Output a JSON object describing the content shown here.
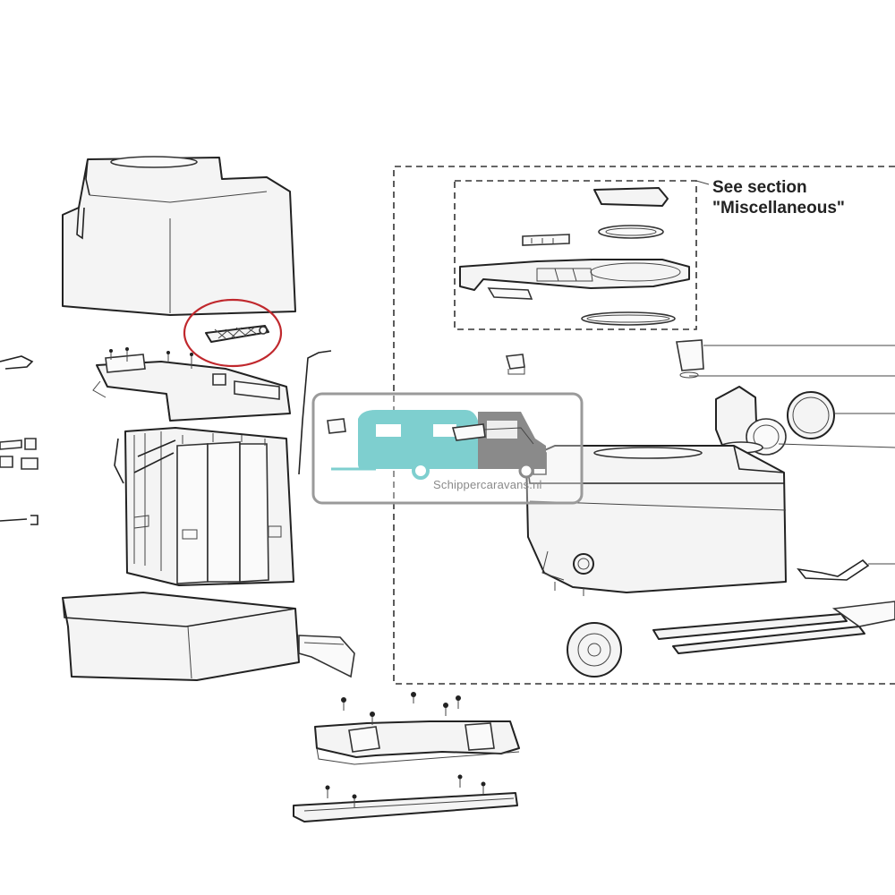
{
  "section_note": {
    "line1": "See section",
    "line2": "\"Miscellaneous\""
  },
  "watermark": {
    "text": "Schippercaravans.nl",
    "accent_color": "#7ecfcf",
    "secondary_color": "#8a8a8a"
  },
  "callout": {
    "color": "#c0282d"
  },
  "icons": [
    "caravan-logo-icon"
  ]
}
